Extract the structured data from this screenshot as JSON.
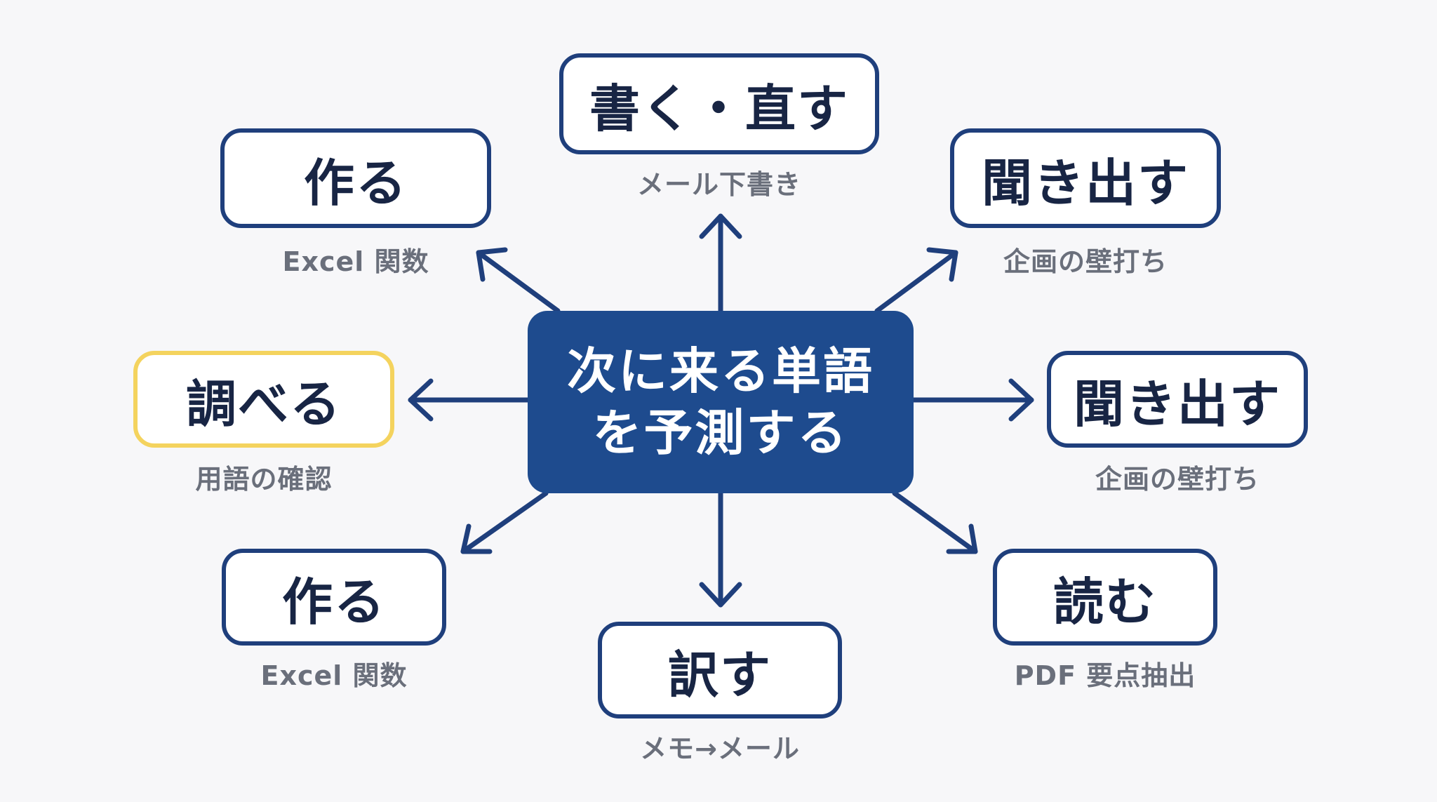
{
  "center": {
    "line1": "次に来る単語",
    "line2": "を予測する"
  },
  "nodes": [
    {
      "label": "書く・直す",
      "sub": "メール下書き"
    },
    {
      "label": "作る",
      "sub": "Excel 関数"
    },
    {
      "label": "聞き出す",
      "sub": "企画の壁打ち"
    },
    {
      "label": "調べる",
      "sub": "用語の確認"
    },
    {
      "label": "聞き出す",
      "sub": "企画の壁打ち"
    },
    {
      "label": "作る",
      "sub": "Excel 関数"
    },
    {
      "label": "訳す",
      "sub": "メモ→メール"
    },
    {
      "label": "読む",
      "sub": "PDF 要点抽出"
    }
  ],
  "colors": {
    "arrow": "#1f3f7c",
    "center_fill": "#1e4b8e",
    "node_border": "#1f3f7c",
    "highlight_border": "#f4d35e"
  }
}
